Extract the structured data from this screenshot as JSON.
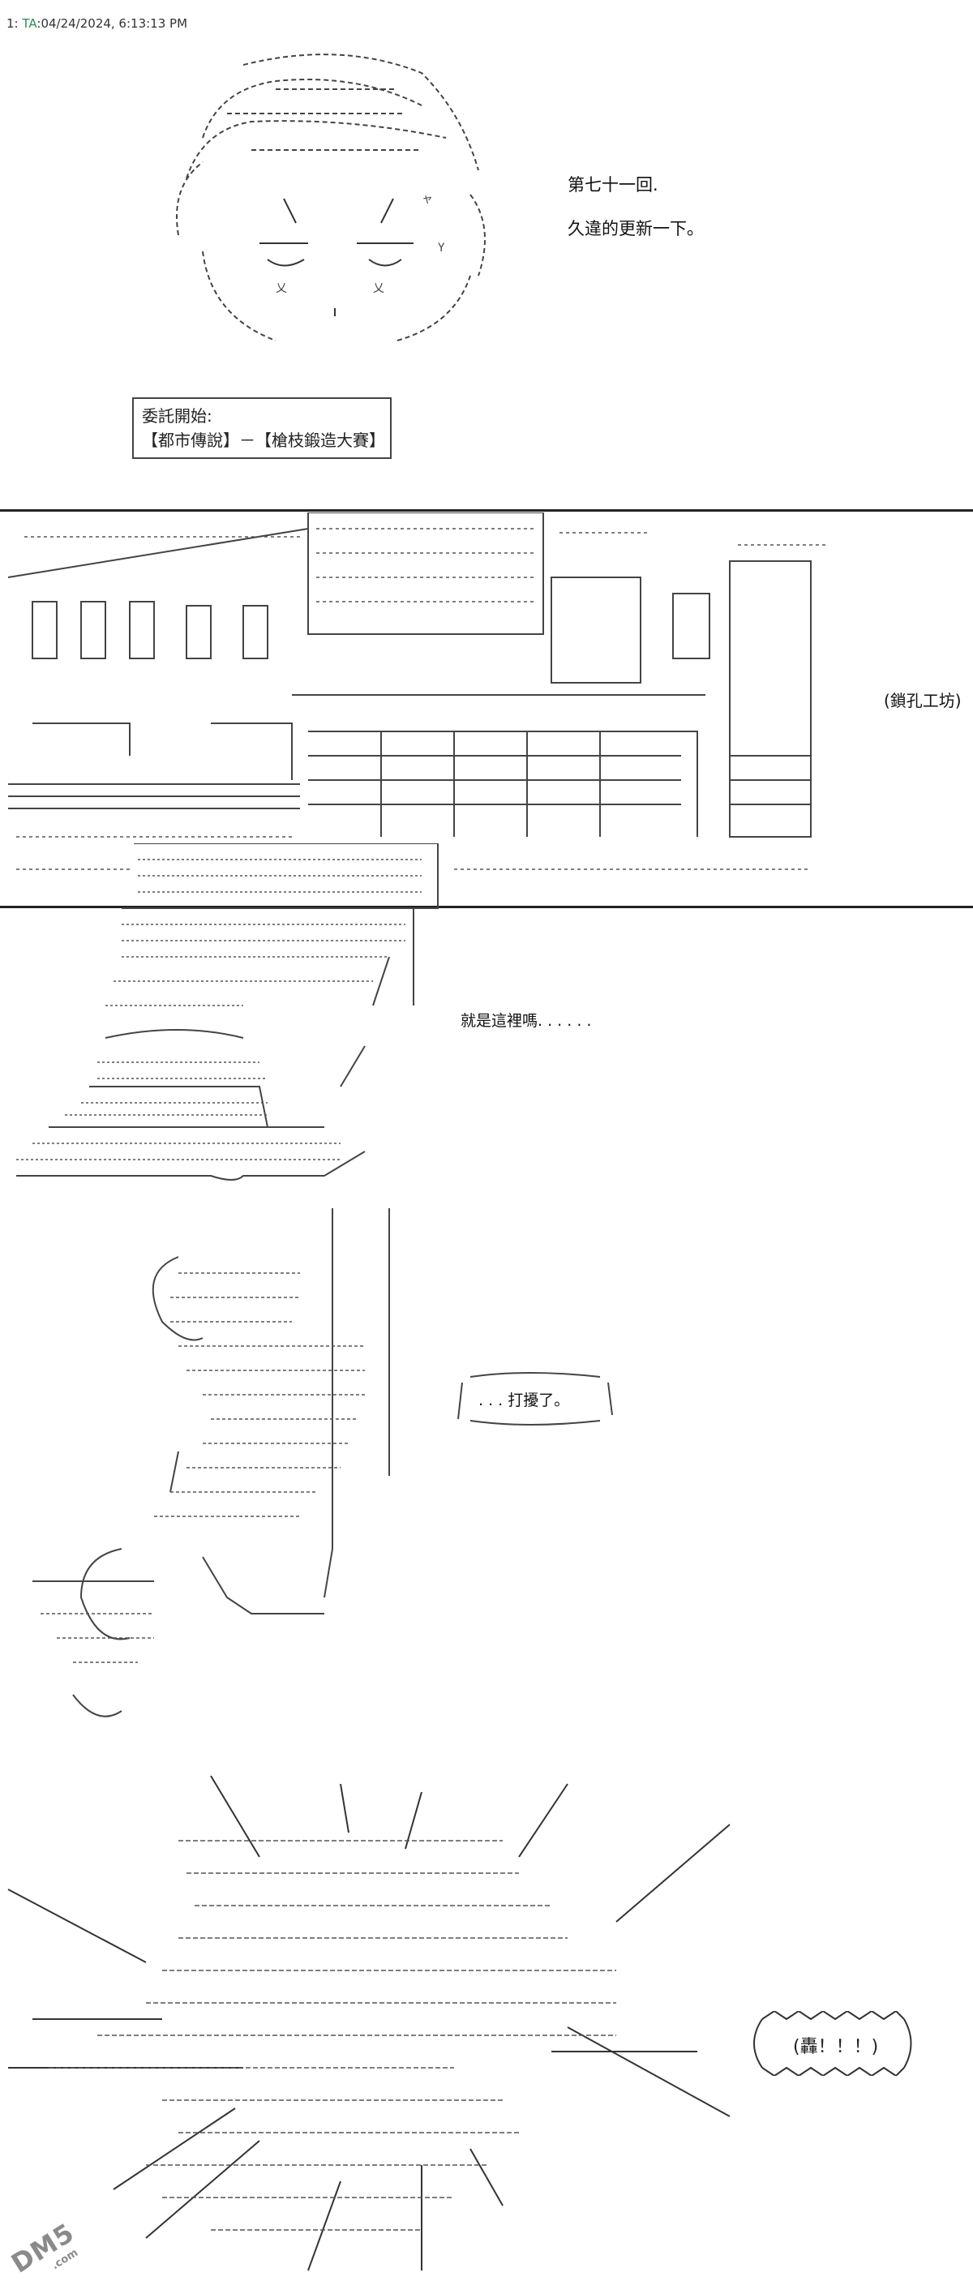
{
  "header": {
    "post_number": "1:",
    "author": "TA",
    "timestamp": ":04/24/2024, 6:13:13 PM"
  },
  "narration": {
    "chapter_line": "第七十一回.",
    "update_line": "久違的更新一下。"
  },
  "quest_box": {
    "line1": "委託開始:",
    "line2": "【都市傳說】－【槍枝鍛造大賽】"
  },
  "location_label": "(鎖孔工坊)",
  "dialogue": {
    "line1": "就是這裡嗎. . . . . .",
    "line2": ". . . 打擾了。"
  },
  "sound_effect": "(轟！！！)",
  "watermark": {
    "main": "DM5",
    "sub": ".com"
  },
  "colors": {
    "background": "#ffffff",
    "text": "#111111",
    "author": "#2e8b57",
    "art_ink": "#333333"
  }
}
